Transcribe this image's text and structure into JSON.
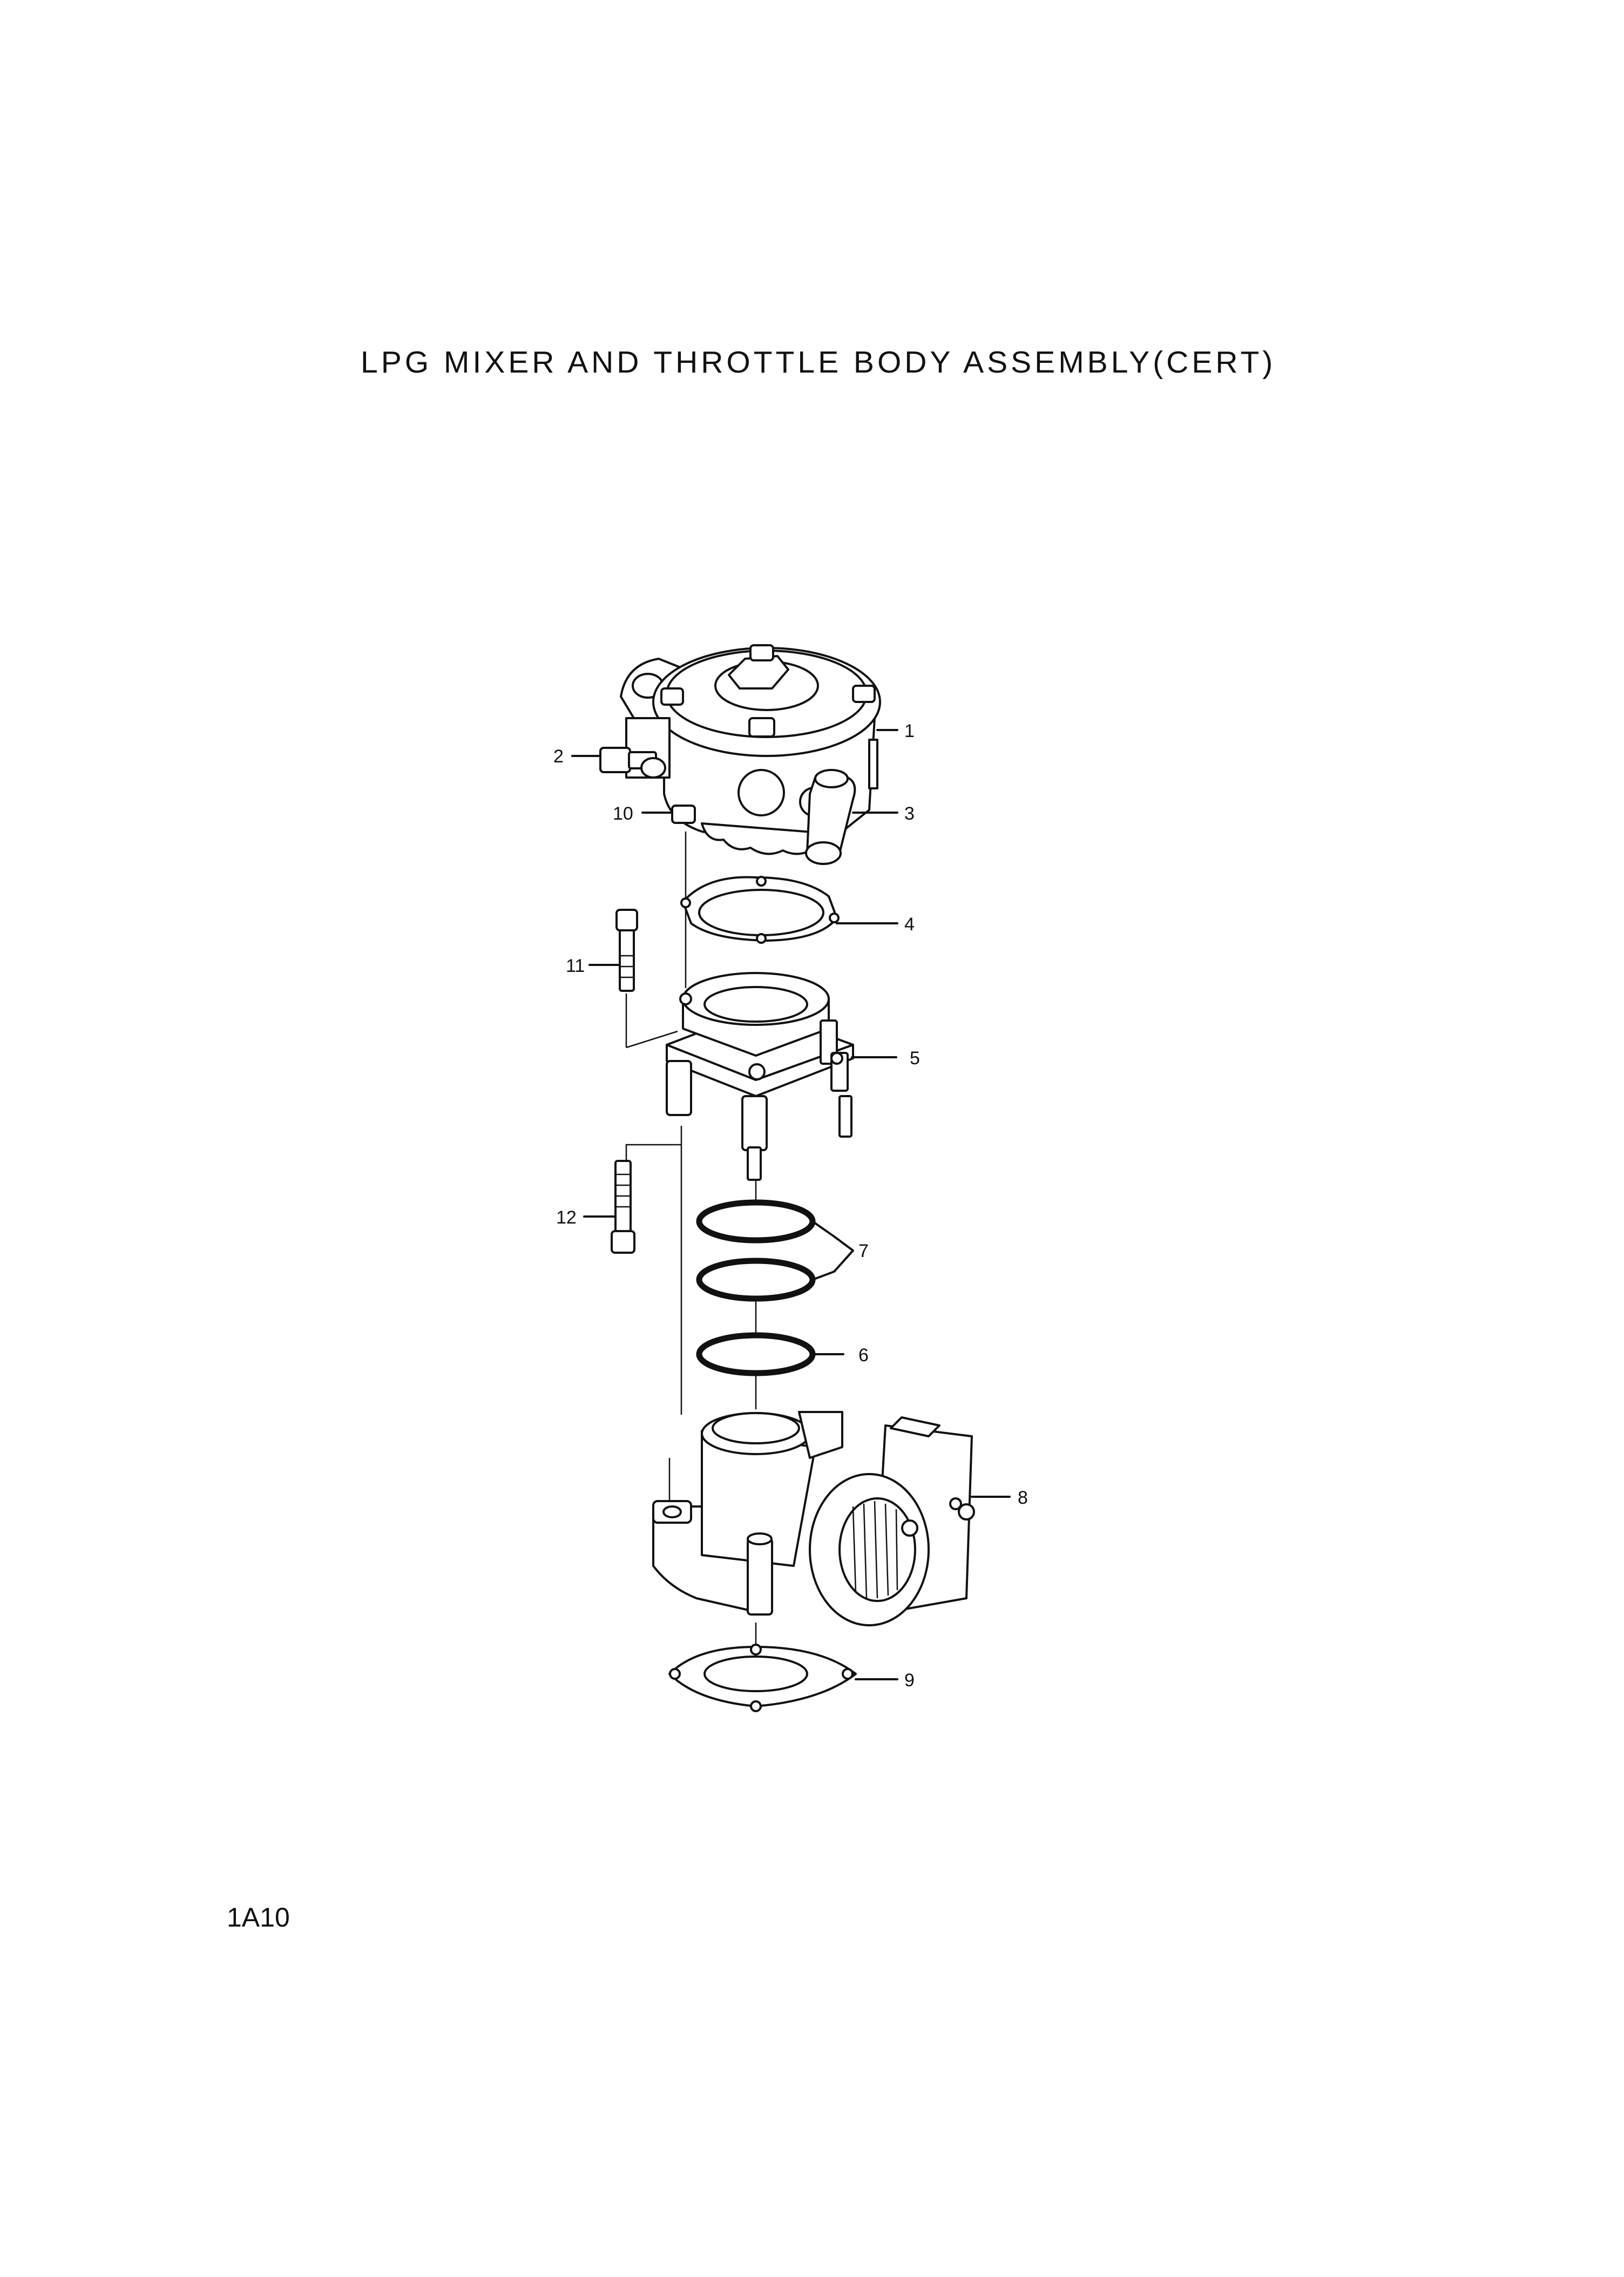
{
  "title": "LPG MIXER AND THROTTLE BODY ASSEMBLY(CERT)",
  "page_code": "1A10",
  "callouts": [
    "1",
    "2",
    "3",
    "4",
    "5",
    "6",
    "7",
    "8",
    "9",
    "10",
    "11",
    "12"
  ]
}
